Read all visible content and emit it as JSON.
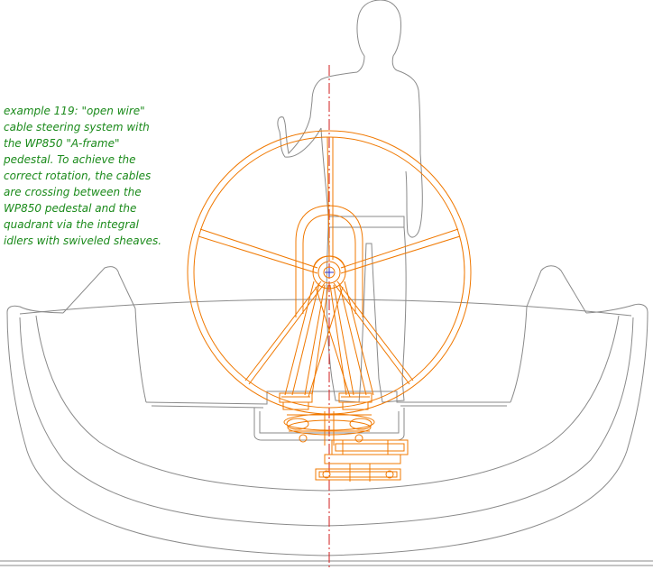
{
  "caption": {
    "lines": [
      "example 119: \"open wire\"",
      "cable steering system with",
      "the WP850 \"A-frame\"",
      "pedestal. To achieve the",
      "correct rotation, the cables",
      "are crossing between the",
      "WP850 pedestal and the",
      "quadrant via the integral",
      "idlers with swiveled sheaves."
    ]
  },
  "colors": {
    "caption_text": "#1a8a1a",
    "steering_parts": "#f07800",
    "hull_lines": "#8a8a8a",
    "centerline": "#d21e1e",
    "hub_marker": "#3030c8"
  },
  "icons": [
    "helmsman-figure",
    "steering-wheel",
    "a-frame-pedestal",
    "rudder-quadrant",
    "boat-hull-section"
  ]
}
